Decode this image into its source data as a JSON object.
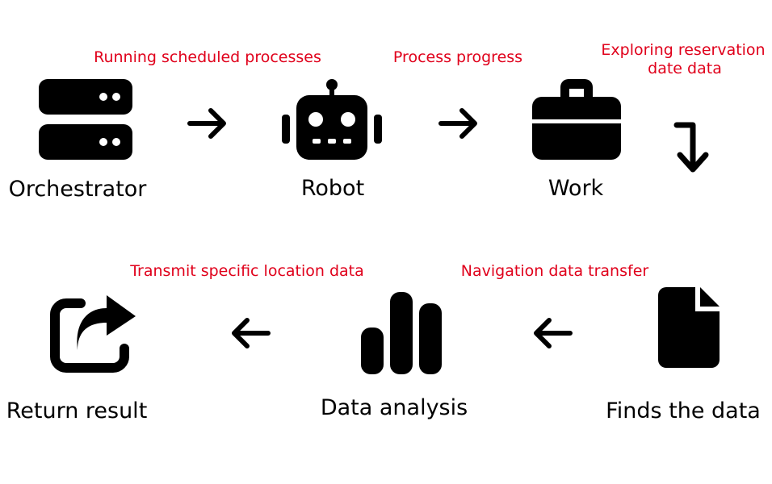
{
  "colors": {
    "icon": "#000000",
    "edge_label": "#e0001b",
    "background": "#ffffff"
  },
  "nodes": {
    "orchestrator": {
      "label": "Orchestrator",
      "icon": "server-icon"
    },
    "robot": {
      "label": "Robot",
      "icon": "robot-icon"
    },
    "work": {
      "label": "Work",
      "icon": "briefcase-icon"
    },
    "finds_data": {
      "label": "Finds the data",
      "icon": "file-icon"
    },
    "data_analysis": {
      "label": "Data analysis",
      "icon": "bar-chart-icon"
    },
    "return_result": {
      "label": "Return result",
      "icon": "share-icon"
    }
  },
  "edges": {
    "orchestrator_robot": "Running scheduled processes",
    "robot_work": "Process progress",
    "work_finds": {
      "line1": "Exploring reservation",
      "line2": "date data"
    },
    "finds_analysis": "Navigation data transfer",
    "analysis_return": "Transmit specific location data"
  }
}
